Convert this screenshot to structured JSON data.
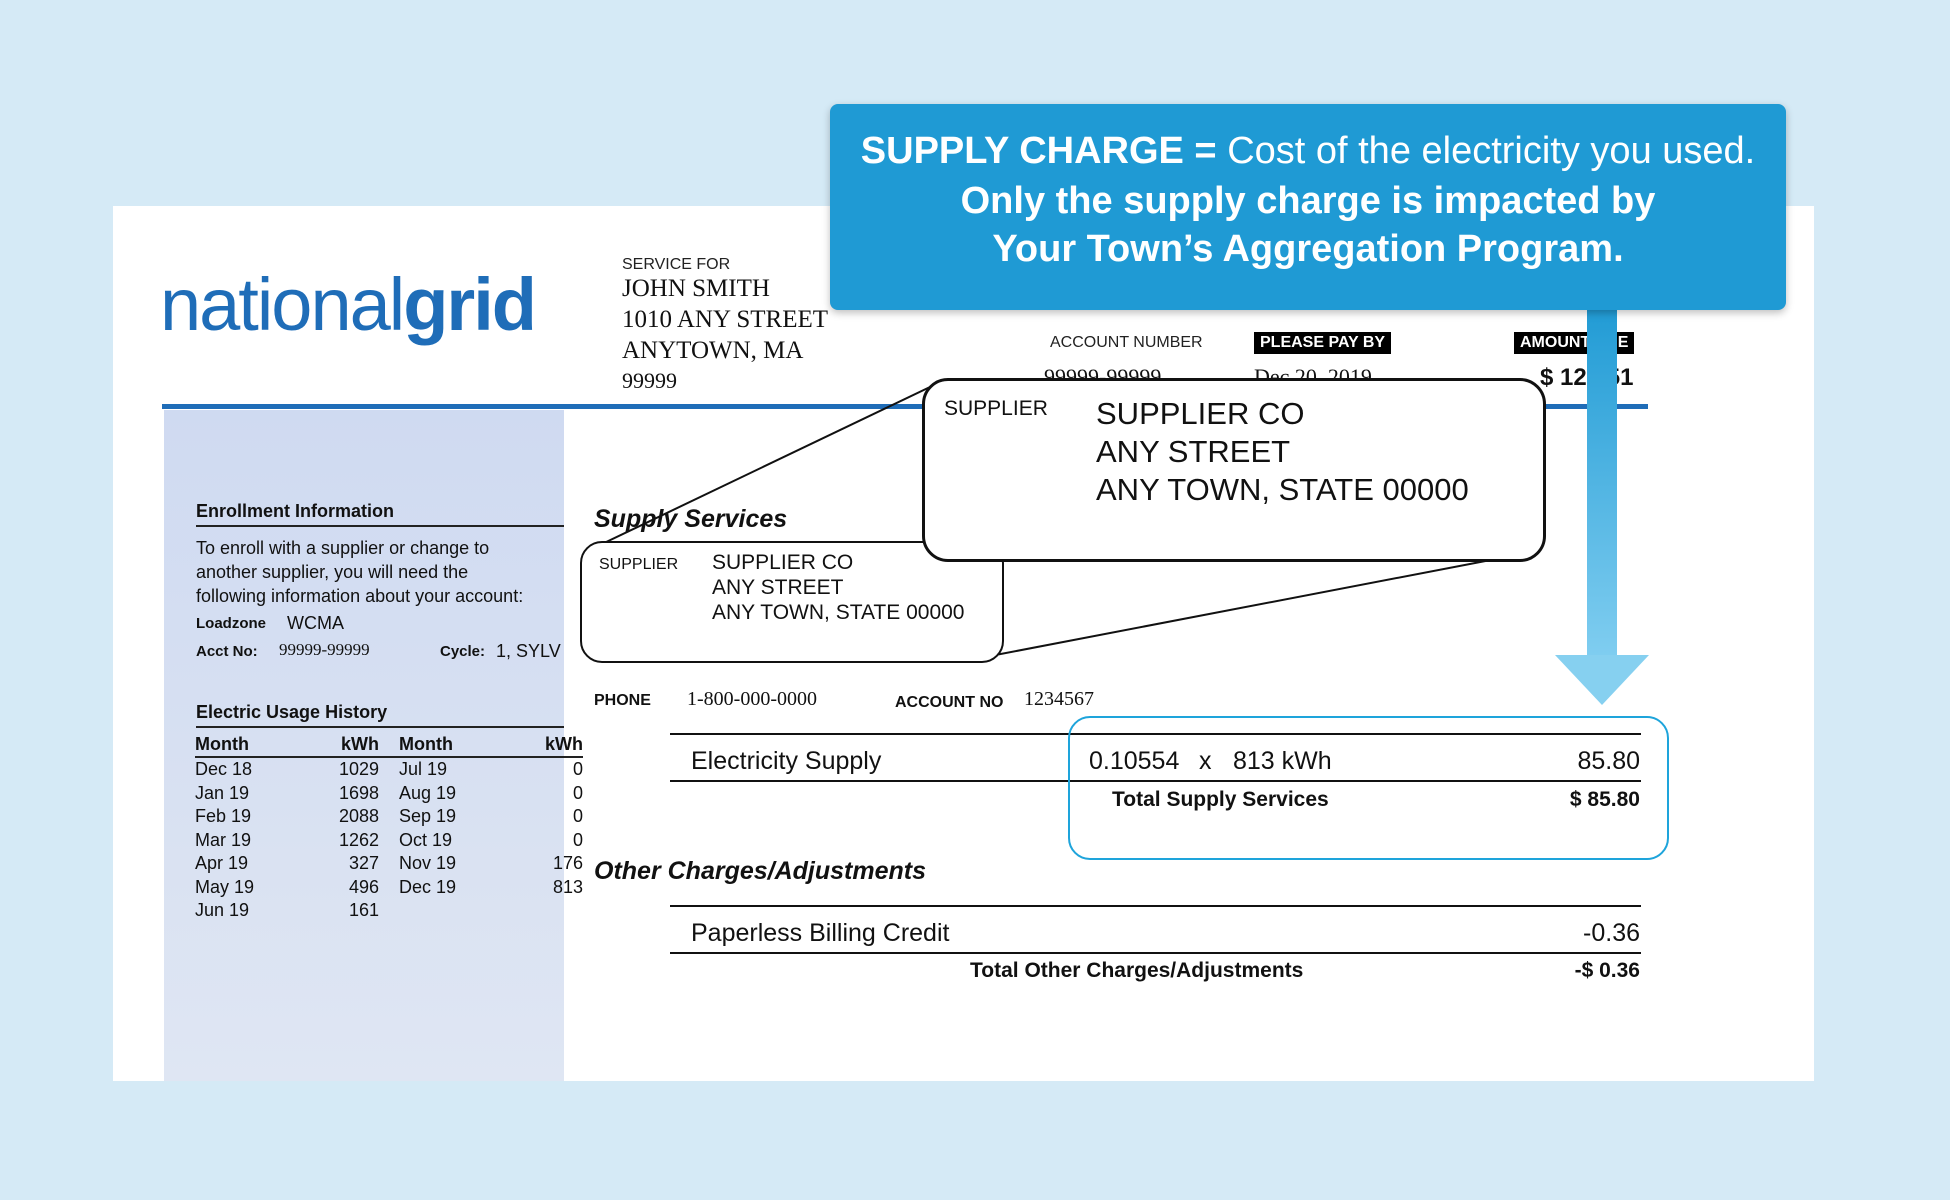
{
  "logo": {
    "part1": "national",
    "part2": "grid"
  },
  "service_for": {
    "label": "SERVICE FOR",
    "name": "JOHN SMITH",
    "street": "1010 ANY STREET",
    "city": "ANYTOWN, MA",
    "zip": "99999"
  },
  "header": {
    "account_number_label": "ACCOUNT NUMBER",
    "account_number_value": "99999-99999",
    "pay_by_label": "PLEASE PAY BY",
    "pay_by_value": "Dec 20, 2019",
    "amount_due_label": "AMOUNT DUE",
    "amount_due_value": "$ 125.51"
  },
  "enrollment": {
    "heading": "Enrollment Information",
    "text_line1": "To enroll with a supplier or change to",
    "text_line2": "another supplier, you will need the",
    "text_line3": "following information about your account:",
    "loadzone_label": "Loadzone",
    "loadzone_value": "WCMA",
    "acct_label": "Acct No:",
    "acct_value": "99999-99999",
    "cycle_label": "Cycle:",
    "cycle_value": "1, SYLV"
  },
  "usage_history": {
    "heading": "Electric Usage History",
    "headers": [
      "Month",
      "kWh",
      "Month",
      "kWh"
    ],
    "left": [
      {
        "month": "Dec 18",
        "kwh": "1029"
      },
      {
        "month": "Jan 19",
        "kwh": "1698"
      },
      {
        "month": "Feb 19",
        "kwh": "2088"
      },
      {
        "month": "Mar 19",
        "kwh": "1262"
      },
      {
        "month": "Apr 19",
        "kwh": "327"
      },
      {
        "month": "May 19",
        "kwh": "496"
      },
      {
        "month": "Jun 19",
        "kwh": "161"
      }
    ],
    "right": [
      {
        "month": "Jul 19",
        "kwh": "0"
      },
      {
        "month": "Aug 19",
        "kwh": "0"
      },
      {
        "month": "Sep 19",
        "kwh": "0"
      },
      {
        "month": "Oct 19",
        "kwh": "0"
      },
      {
        "month": "Nov 19",
        "kwh": "176"
      },
      {
        "month": "Dec 19",
        "kwh": "813"
      }
    ]
  },
  "supply": {
    "heading": "Supply Services",
    "supplier_label": "SUPPLIER",
    "supplier_name": "SUPPLIER CO",
    "supplier_street": "ANY STREET",
    "supplier_city": "ANY TOWN, STATE 00000",
    "phone_label": "PHONE",
    "phone_value": "1-800-000-0000",
    "account_no_label": "ACCOUNT NO",
    "account_no_value": "1234567",
    "line_label": "Electricity Supply",
    "rate": "0.10554",
    "times": "x",
    "usage": "813 kWh",
    "line_amount": "85.80",
    "total_label": "Total Supply Services",
    "total_amount": "$ 85.80"
  },
  "other": {
    "heading": "Other Charges/Adjustments",
    "line_label": "Paperless Billing Credit",
    "line_amount": "-0.36",
    "total_label": "Total Other Charges/Adjustments",
    "total_amount": "-$ 0.36"
  },
  "callout": {
    "term": "SUPPLY CHARGE =",
    "definition": "Cost of the electricity you used.",
    "line2": "Only the supply charge is impacted by",
    "line3": "Your Town’s Aggregation Program."
  },
  "colors": {
    "background": "#d5eaf6",
    "brand_blue": "#1f6db8",
    "callout_blue": "#1f9ad4",
    "highlight_border": "#1ea4db"
  }
}
